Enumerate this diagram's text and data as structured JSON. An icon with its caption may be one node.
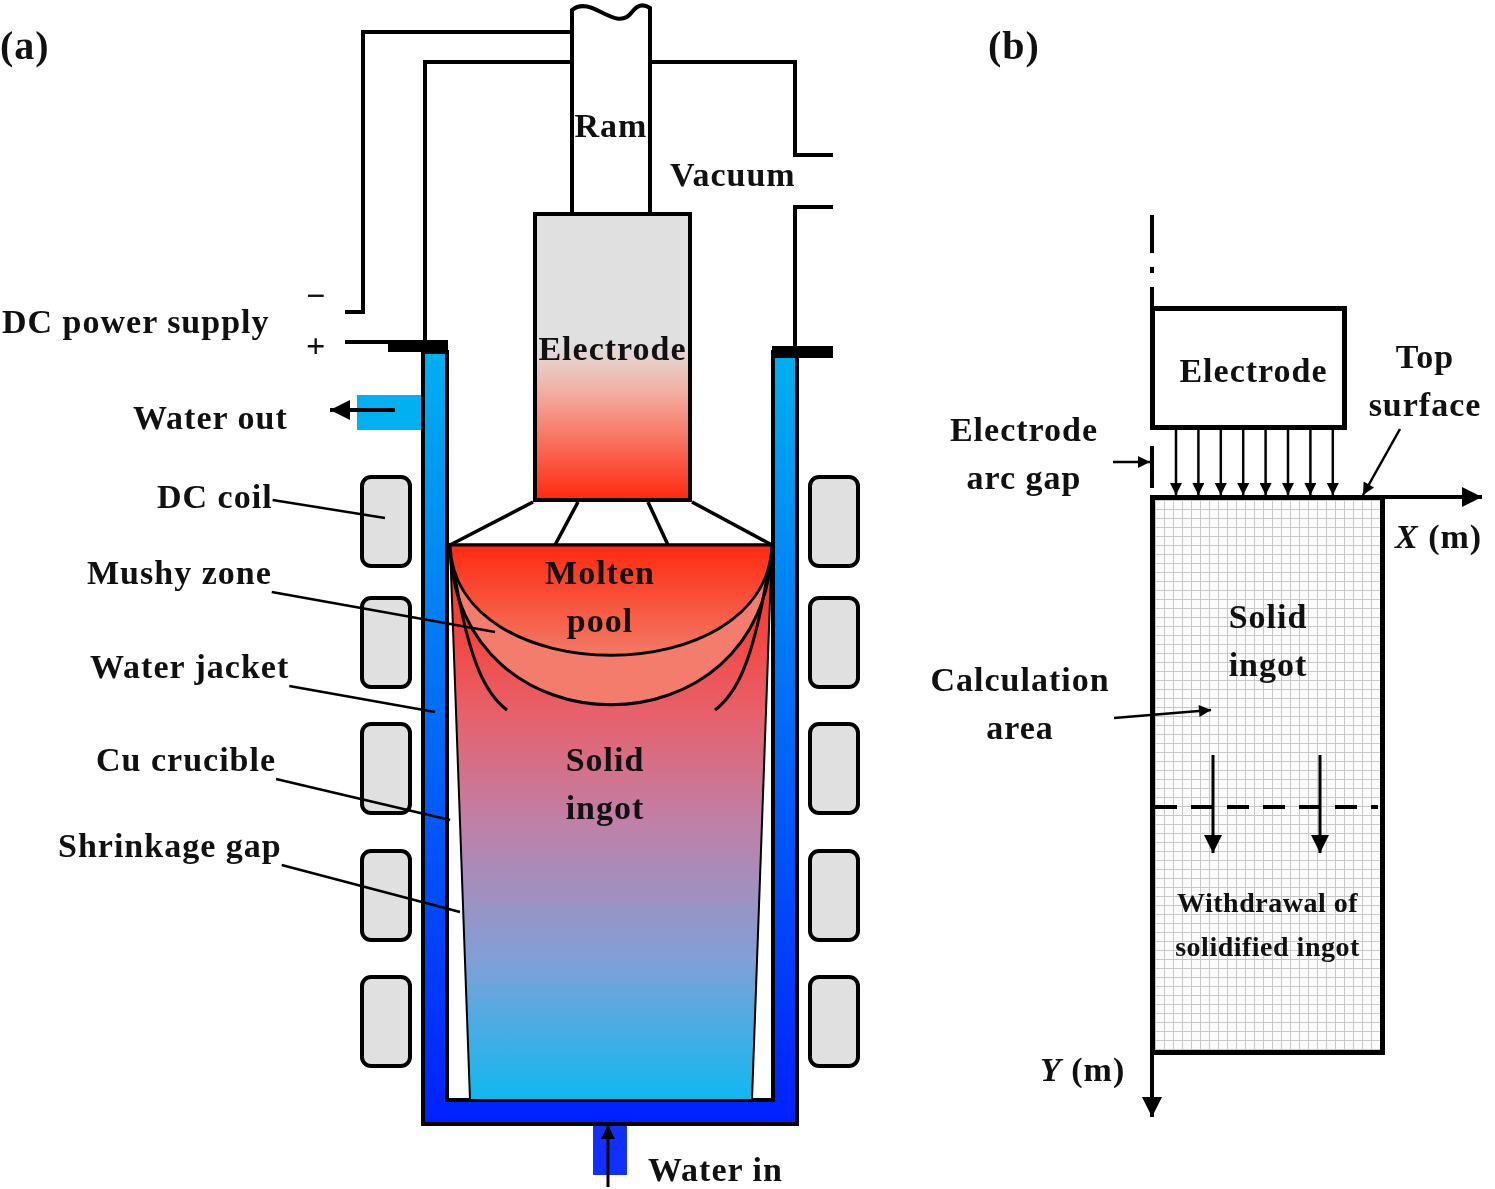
{
  "diagram": {
    "nodes": [
      {
        "text": [
          "Ram"
        ]
      },
      {
        "text": [
          "Electrode"
        ]
      },
      {
        "text": [
          "Solid ingot"
        ]
      },
      {
        "text": [
          "Molten pool"
        ],
        "in": 2
      },
      {
        "text": [
          "DC coil"
        ]
      },
      {
        "text": [
          "Mushy zone"
        ]
      },
      {
        "text": [
          "Water jacket"
        ]
      },
      {
        "text": [
          "Cu crucible"
        ]
      },
      {
        "text": [
          "Shrinkage gap"
        ]
      },
      {
        "text": [
          "Electrode"
        ]
      },
      {
        "text": [
          "Electrode arc gap"
        ]
      },
      {
        "text": [
          "Top surface"
        ]
      },
      {
        "text": [
          "Calculation area"
        ]
      },
      {
        "text": [
          "Solid ingot",
          "Withdrawal of solidified ingot"
        ]
      },
      {
        "text": [],
        "shape": "bar"
      }
    ],
    "edges": [
      {
        "from": 1,
        "to": 3,
        "arrow": "none"
      },
      {
        "from": 1,
        "to": 3,
        "arrow": "none"
      },
      {
        "from": 1,
        "to": 3,
        "arrow": "none"
      },
      {
        "from": 1,
        "to": 3,
        "arrow": "none"
      },
      {
        "from": 4,
        "to": null,
        "arrow": "none"
      },
      {
        "from": 5,
        "to": 2,
        "arrow": "none"
      },
      {
        "from": 6,
        "to": null,
        "arrow": "none"
      },
      {
        "from": 7,
        "to": 2,
        "arrow": "none"
      },
      {
        "from": 8,
        "to": 2,
        "arrow": "none"
      },
      {
        "from": 10,
        "to": 14,
        "arrow": "to"
      },
      {
        "from": 11,
        "to": 13,
        "arrow": "to"
      },
      {
        "from": 12,
        "to": 13,
        "arrow": "to"
      },
      {
        "from": 9,
        "to": 13,
        "arrow": "to"
      },
      {
        "from": 9,
        "to": 13,
        "arrow": "to"
      },
      {
        "from": 9,
        "to": 13,
        "arrow": "to"
      },
      {
        "from": 9,
        "to": 13,
        "arrow": "to"
      },
      {
        "from": 9,
        "to": 13,
        "arrow": "to"
      },
      {
        "from": 9,
        "to": 13,
        "arrow": "to"
      },
      {
        "from": 9,
        "to": 13,
        "arrow": "to"
      },
      {
        "from": 9,
        "to": 13,
        "arrow": "to"
      }
    ],
    "labels": [
      "(a)",
      "(b)",
      "Vacuum",
      "DC power supply",
      "−",
      "+",
      "Water out",
      "*X* (m)",
      "*Y* (m)",
      "Water in"
    ]
  }
}
